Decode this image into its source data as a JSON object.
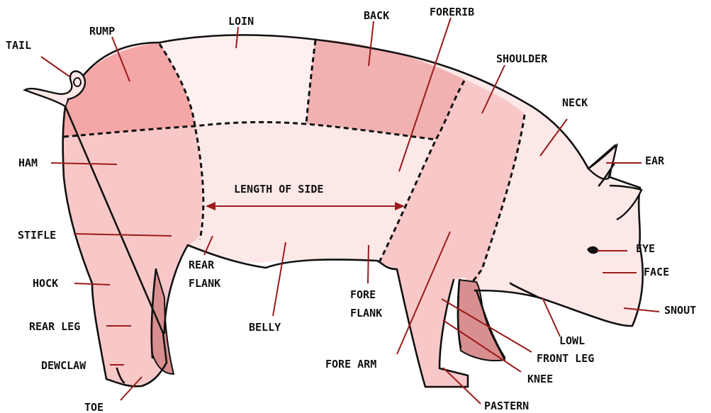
{
  "colors": {
    "outline": "#111111",
    "leader": "#9b1b1b",
    "body_light": "#fde8e8",
    "body_mid": "#f8c8c8",
    "rump": "#f5a6a6",
    "back": "#f1b1b1",
    "loin": "#fdf0ef",
    "dark_leg": "#d98f8f"
  },
  "labels": {
    "tail": "TAIL",
    "rump": "RUMP",
    "loin": "LOIN",
    "back": "BACK",
    "forerib": "FORERIB",
    "shoulder": "SHOULDER",
    "neck": "NECK",
    "ear": "EAR",
    "eye": "EYE",
    "face": "FACE",
    "snout": "SNOUT",
    "ham": "HAM",
    "length_of_side": "LENGTH OF SIDE",
    "stifle": "STIFLE",
    "hock": "HOCK",
    "rear_leg": "REAR LEG",
    "dewclaw": "DEWCLAW",
    "toe": "TOE",
    "rear_flank_1": "REAR",
    "rear_flank_2": "FLANK",
    "belly": "BELLY",
    "fore_flank_1": "FORE",
    "fore_flank_2": "FLANK",
    "fore_arm": "FORE ARM",
    "lowl": "LOWL",
    "front_leg": "FRONT LEG",
    "knee": "KNEE",
    "pastern": "PASTERN"
  }
}
